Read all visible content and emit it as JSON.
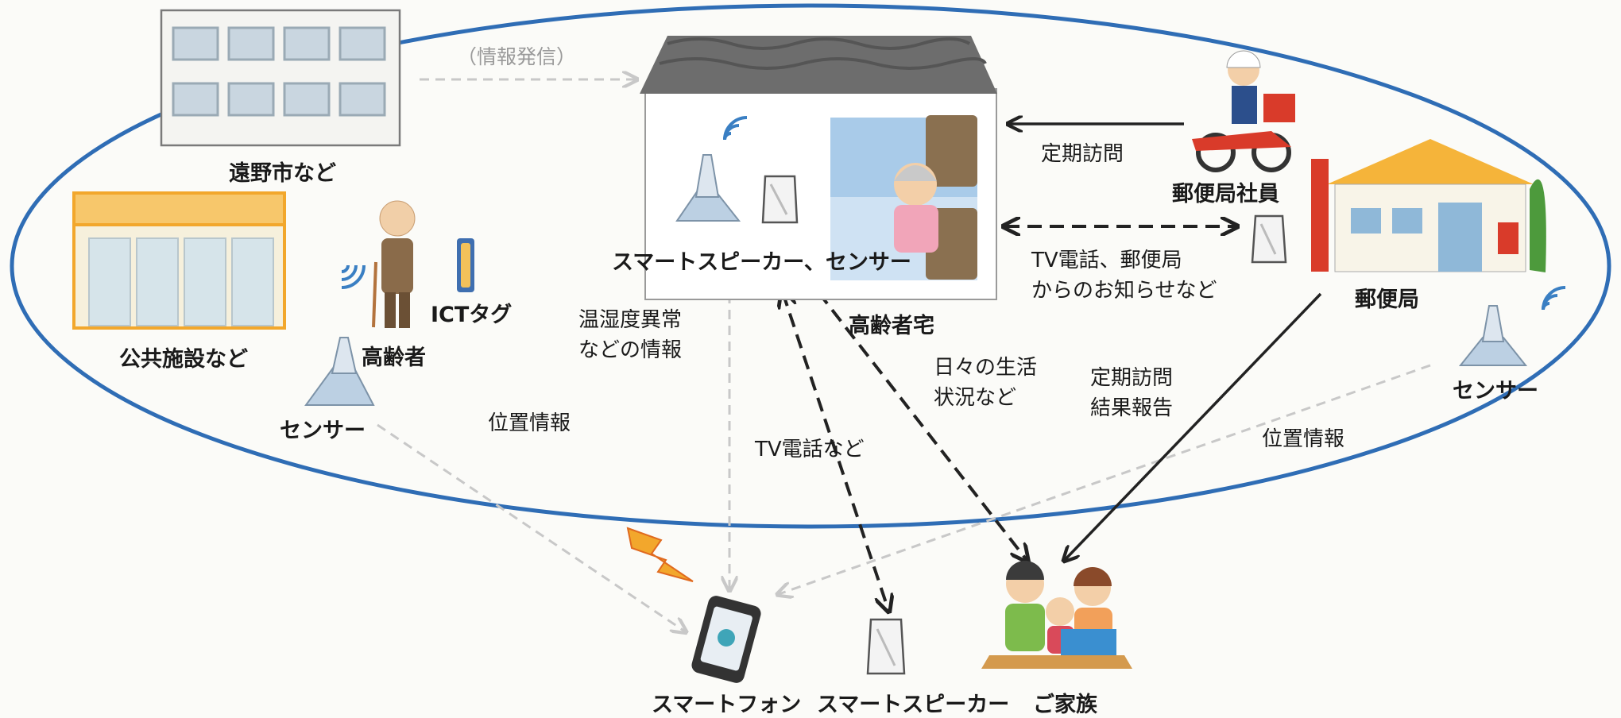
{
  "labels": {
    "city": "遠野市など",
    "info_broadcast": "（情報発信）",
    "public_facility": "公共施設など",
    "elderly": "高齢者",
    "ict_tag": "ICTタグ",
    "sensor_left": "センサー",
    "smart_speaker_sensor": "スマートスピーカー、センサー",
    "elderly_home": "高齢者宅",
    "regular_visit": "定期訪問",
    "postal_staff": "郵便局社員",
    "tv_call_notice_1": "TV電話、郵便局",
    "tv_call_notice_2": "からのお知らせなど",
    "post_office": "郵便局",
    "sensor_right": "センサー",
    "temp_humidity_1": "温湿度異常",
    "temp_humidity_2": "などの情報",
    "daily_life_1": "日々の生活",
    "daily_life_2": "状況など",
    "visit_report_1": "定期訪問",
    "visit_report_2": "結果報告",
    "location_left": "位置情報",
    "location_right": "位置情報",
    "tv_call": "TV電話など",
    "smartphone": "スマートフォン",
    "smart_speaker": "スマートスピーカー",
    "family": "ご家族"
  },
  "colors": {
    "ellipse": "#2f6db5",
    "gray_arrow": "#c8c8c8",
    "dark_arrow": "#222222"
  }
}
